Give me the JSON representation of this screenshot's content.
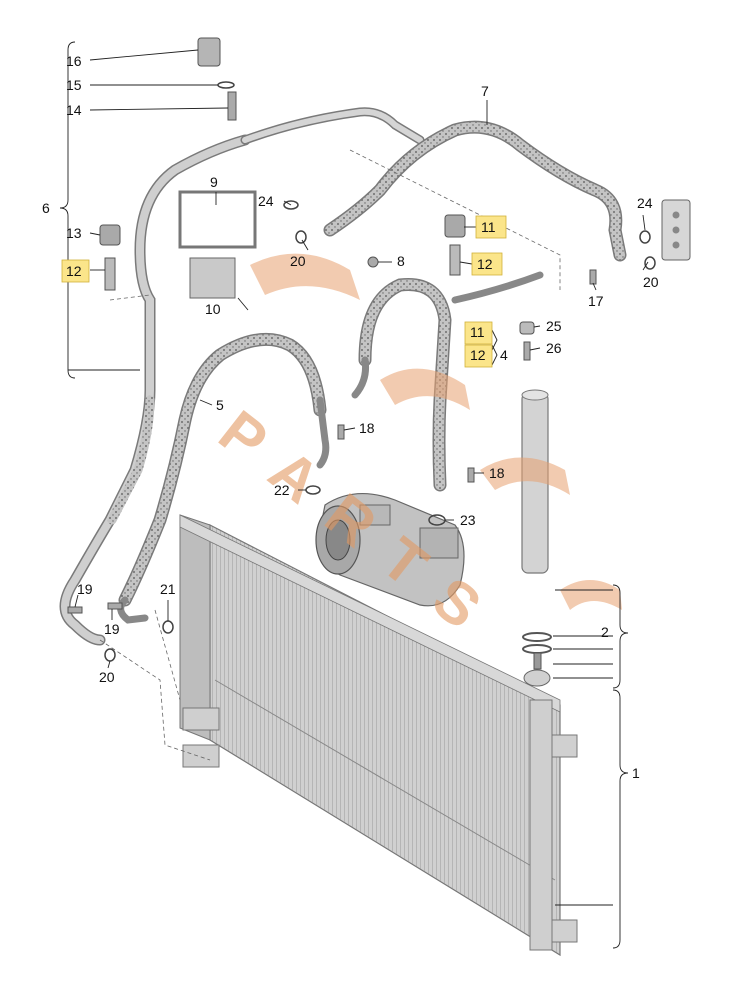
{
  "callouts": {
    "c1": "1",
    "c2": "2",
    "c4": "4",
    "c5": "5",
    "c6": "6",
    "c7": "7",
    "c8": "8",
    "c9": "9",
    "c10": "10",
    "c11a": "11",
    "c11b": "11",
    "c12a": "12",
    "c12b": "12",
    "c12c": "12",
    "c13": "13",
    "c14": "14",
    "c15": "15",
    "c16": "16",
    "c17": "17",
    "c18a": "18",
    "c18b": "18",
    "c19a": "19",
    "c19b": "19",
    "c20a": "20",
    "c20b": "20",
    "c20c": "20",
    "c21": "21",
    "c22": "22",
    "c23": "23",
    "c24a": "24",
    "c24b": "24",
    "c25": "25",
    "c26": "26"
  },
  "watermark": {
    "text": "PARTS",
    "color": "#e39a63"
  },
  "colors": {
    "highlight": "#fbe58a",
    "hose": "#b7b7b7",
    "condenser": "#c9c9c9"
  }
}
